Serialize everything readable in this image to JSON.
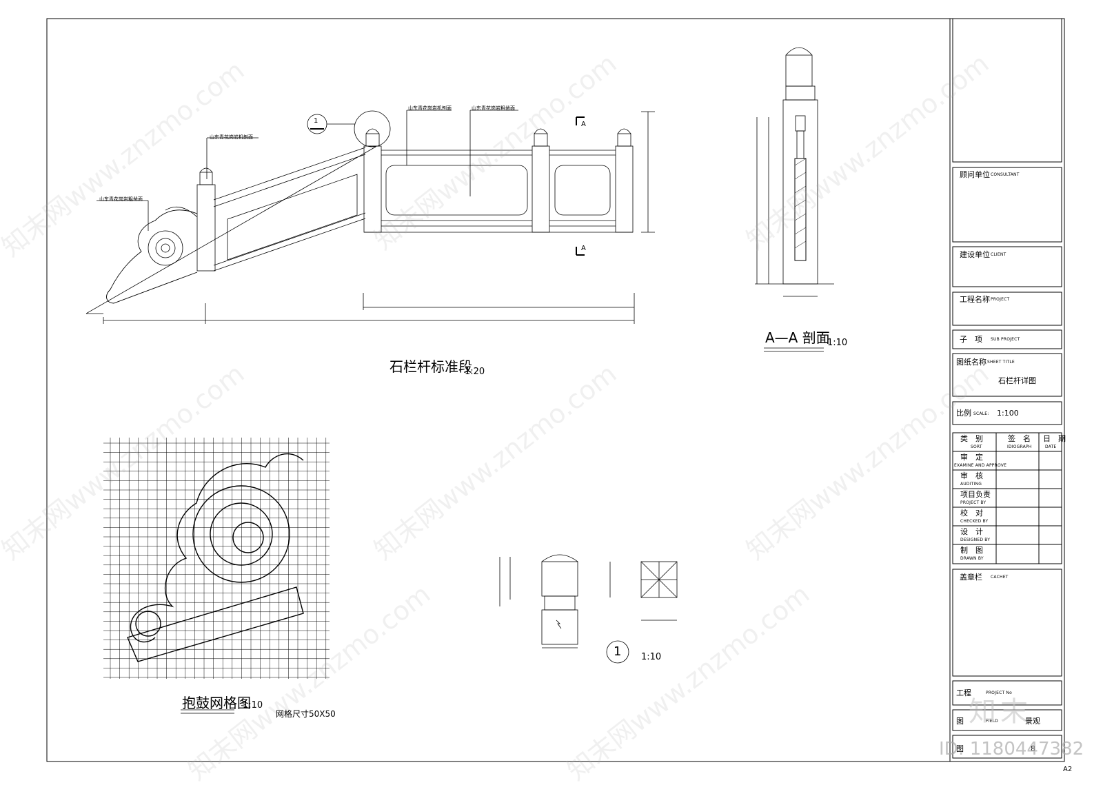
{
  "views": {
    "elevation": {
      "title": "石栏杆标准段",
      "scale": "1:20",
      "notes": [
        "山东青花岗岩机刨面",
        "山东青花岗岩粗凿面",
        "山东青花岗岩机刨面",
        "山东青花岗岩粗凿面"
      ]
    },
    "section": {
      "title": "A—A 剖面",
      "scale": "1:10",
      "marker": "A"
    },
    "grid": {
      "title": "抱鼓网格图",
      "scale": "1:10",
      "note": "网格尺寸50X50"
    },
    "detail": {
      "number": "1",
      "scale": "1:10"
    }
  },
  "title_block": {
    "consultant": {
      "cn": "顾问单位",
      "en": "CONSULTANT"
    },
    "client": {
      "cn": "建设单位",
      "en": "CLIENT"
    },
    "project": {
      "cn": "工程名称",
      "en": "PROJECT"
    },
    "sub_project": {
      "cn": "子　项",
      "en": "SUB PROJECT"
    },
    "sheet_title": {
      "cn": "图纸名称",
      "en": "SHEET TITLE",
      "value": "石栏杆详图"
    },
    "scale": {
      "cn": "比例",
      "en": "SCALE:",
      "value": "1:100"
    },
    "headers": [
      {
        "cn": "类　别",
        "en": "SORT"
      },
      {
        "cn": "签　名",
        "en": "IDIOGRAPH"
      },
      {
        "cn": "日　期",
        "en": "DATE"
      }
    ],
    "roles": [
      {
        "cn": "审　定",
        "en": "EXAMINE AND APPROVE"
      },
      {
        "cn": "审　核",
        "en": "AUDITING"
      },
      {
        "cn": "项目负责",
        "en": "PROJECT BY"
      },
      {
        "cn": "校　对",
        "en": "CHECKED BY"
      },
      {
        "cn": "设　计",
        "en": "DESIGNED BY"
      },
      {
        "cn": "制　图",
        "en": "DRAWN BY"
      }
    ],
    "cachet": {
      "cn": "盖章栏",
      "en": "CACHET"
    },
    "project_no": {
      "cn": "工程",
      "en": "PROJECT No"
    },
    "field": {
      "cn": "图",
      "en": "FIELD",
      "value": "景观"
    },
    "sheet_no": {
      "cn": "图",
      "value": "8"
    }
  },
  "sheet_size": "A2",
  "watermark": {
    "text": "知末网www.znzmo.com",
    "brand": "知末",
    "id": "ID: 1180447382"
  }
}
